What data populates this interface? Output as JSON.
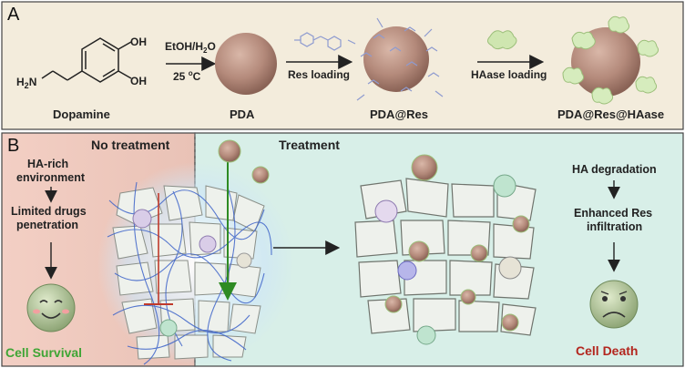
{
  "panel_a": {
    "letter": "A",
    "molecule_label": "Dopamine",
    "oh_top": "OH",
    "oh_bottom": "OH",
    "amine": "H",
    "amine_sub": "2",
    "amine_n": "N",
    "step1_line1": "EtOH/H",
    "step1_sub": "2",
    "step1_o": "O",
    "step1_line2_a": "25 ",
    "step1_line2_sup": "o",
    "step1_line2_b": "C",
    "step2_label": "Res loading",
    "step3_label": "HAase loading",
    "product1": "PDA",
    "product2": "PDA@Res",
    "product3": "PDA@Res@HAase"
  },
  "panel_b": {
    "letter": "B",
    "no_treatment": "No treatment",
    "treatment": "Treatment",
    "left_steps": [
      "HA-rich",
      "environment",
      "Limited drugs",
      "penetration"
    ],
    "cell_survival": "Cell Survival",
    "right_steps": [
      "HA degradation",
      "Enhanced Res",
      "infiltration"
    ],
    "cell_death": "Cell Death"
  },
  "colors": {
    "panel_a_bg": "#f3ecdc",
    "left_bg": "#f0c8bc",
    "right_bg": "#d8efe8",
    "survival_green": "#3fa535",
    "death_red": "#b3261e"
  }
}
